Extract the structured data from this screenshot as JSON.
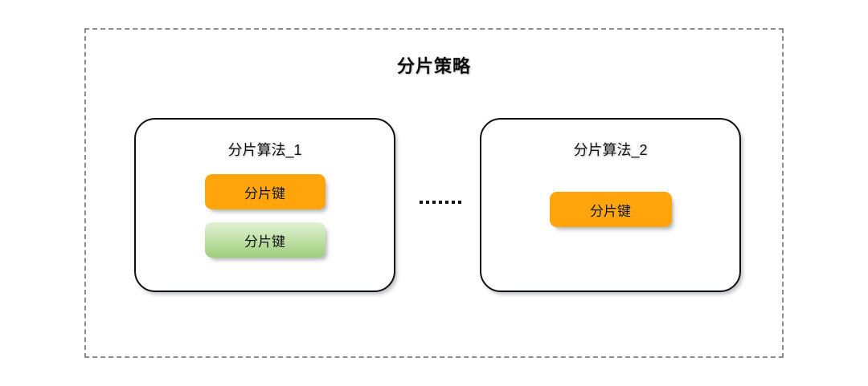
{
  "strategy": {
    "title": "分片策略",
    "separator_label": ".......",
    "separator_dot_count": 7,
    "algorithms": [
      {
        "label": "分片算法_1",
        "keys": [
          {
            "label": "分片键",
            "color": "#ffa40a",
            "style": "orange"
          },
          {
            "label": "分片键",
            "color": "#9ccd7c",
            "style": "green"
          }
        ]
      },
      {
        "label": "分片算法_2",
        "keys": [
          {
            "label": "分片键",
            "color": "#ffa40a",
            "style": "orange"
          }
        ]
      }
    ]
  },
  "colors": {
    "background": "#ffffff",
    "dashed_border": "#8a8d93",
    "card_border": "#111111",
    "chip_orange": "#ffa40a",
    "chip_green_top": "#e2f1d7",
    "chip_green_bottom": "#9ccd7c",
    "text": "#111111"
  }
}
